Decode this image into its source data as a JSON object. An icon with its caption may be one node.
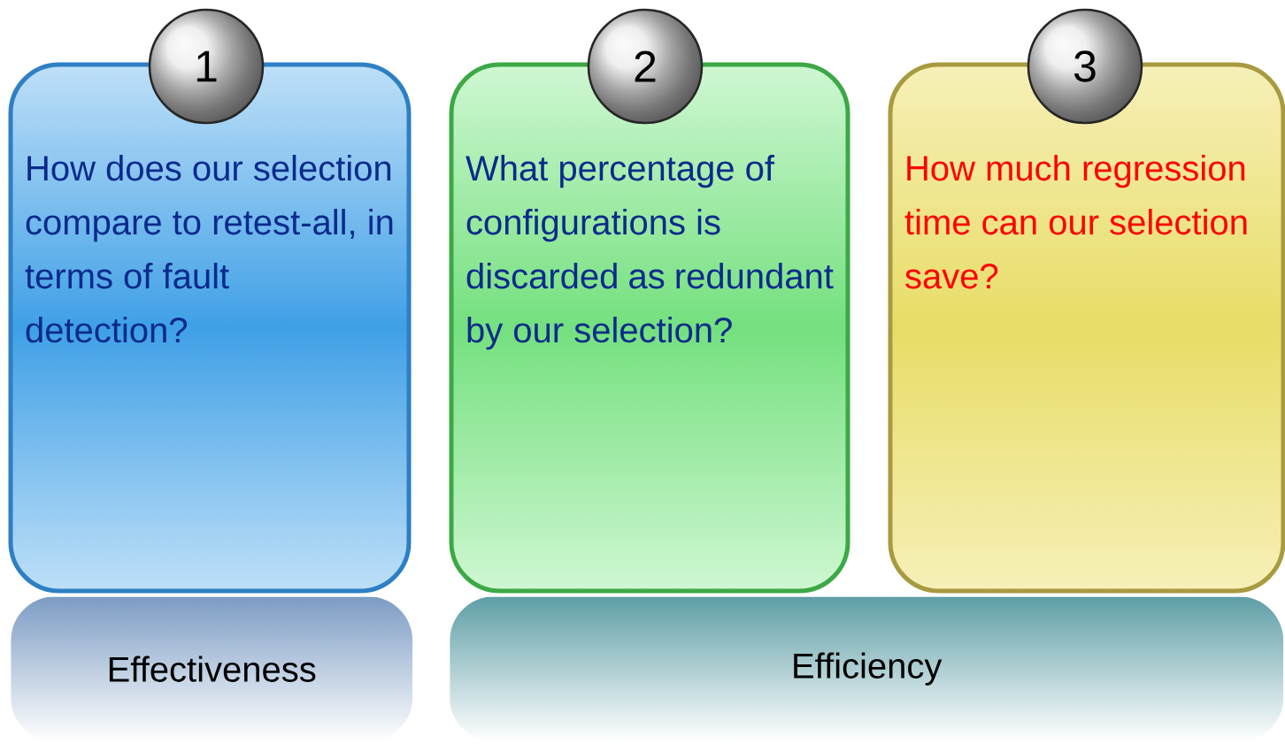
{
  "diagram": {
    "nodes": [
      {
        "text": [
          "How does our selection compare to retest-all, in terms of fault detection?"
        ]
      },
      {
        "text": [
          "1"
        ]
      },
      {
        "text": [
          "What percentage of configurations is discarded as redundant by our selection?"
        ]
      },
      {
        "text": [
          "2"
        ]
      },
      {
        "text": [
          "How much regression time can our selection save?"
        ]
      },
      {
        "text": [
          "3"
        ]
      },
      {
        "text": [
          "Effectiveness"
        ]
      },
      {
        "text": [
          "Efficiency"
        ]
      }
    ]
  }
}
